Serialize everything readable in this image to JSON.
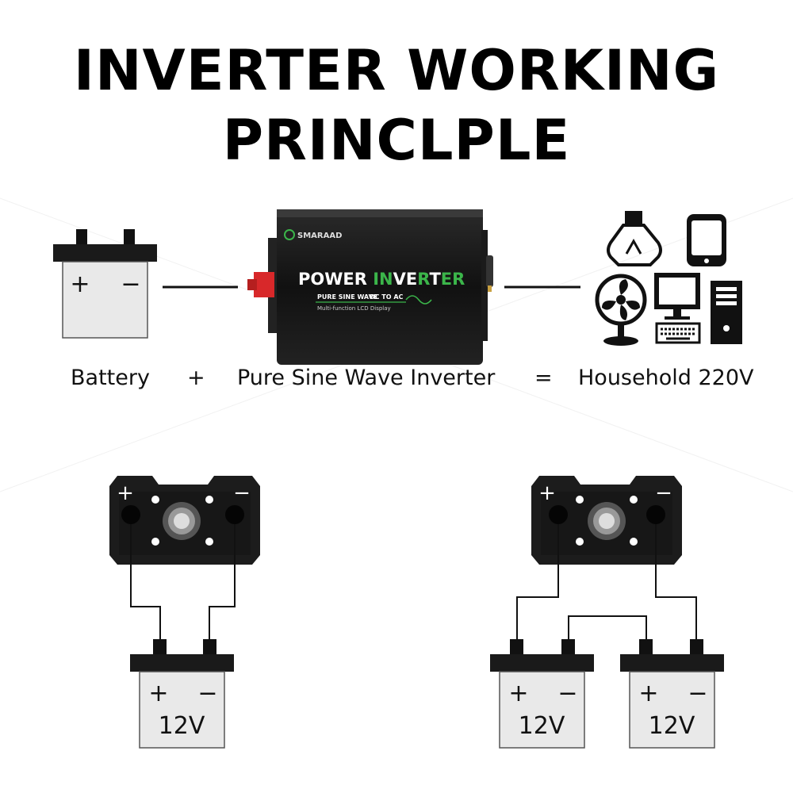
{
  "title": {
    "line1": "INVERTER WORKING",
    "line2": "PRINCLPLE"
  },
  "equation": {
    "battery": "Battery",
    "plus": "+",
    "inverter": "Pure Sine Wave Inverter",
    "equals": "=",
    "household": "Household 220V"
  },
  "inverter_label": {
    "brand": "SMARAAD",
    "title_white_1": "POWER ",
    "title_green_1": "IN",
    "title_white_2": "VE",
    "title_green_2": "R",
    "title_white_3": "T",
    "title_green_3": "ER",
    "subtitle": "PURE SINE WAVE",
    "dc_ac": "DC TO AC",
    "lcd": "Multi-function LCD Display"
  },
  "battery_symbol": {
    "plus": "+",
    "minus": "−"
  },
  "configs": {
    "single": {
      "voltage": "12V"
    },
    "parallel": {
      "voltage_left": "12V",
      "voltage_right": "12V"
    }
  },
  "colors": {
    "accent_green": "#3bb54a",
    "terminal_red": "#d8282a"
  }
}
